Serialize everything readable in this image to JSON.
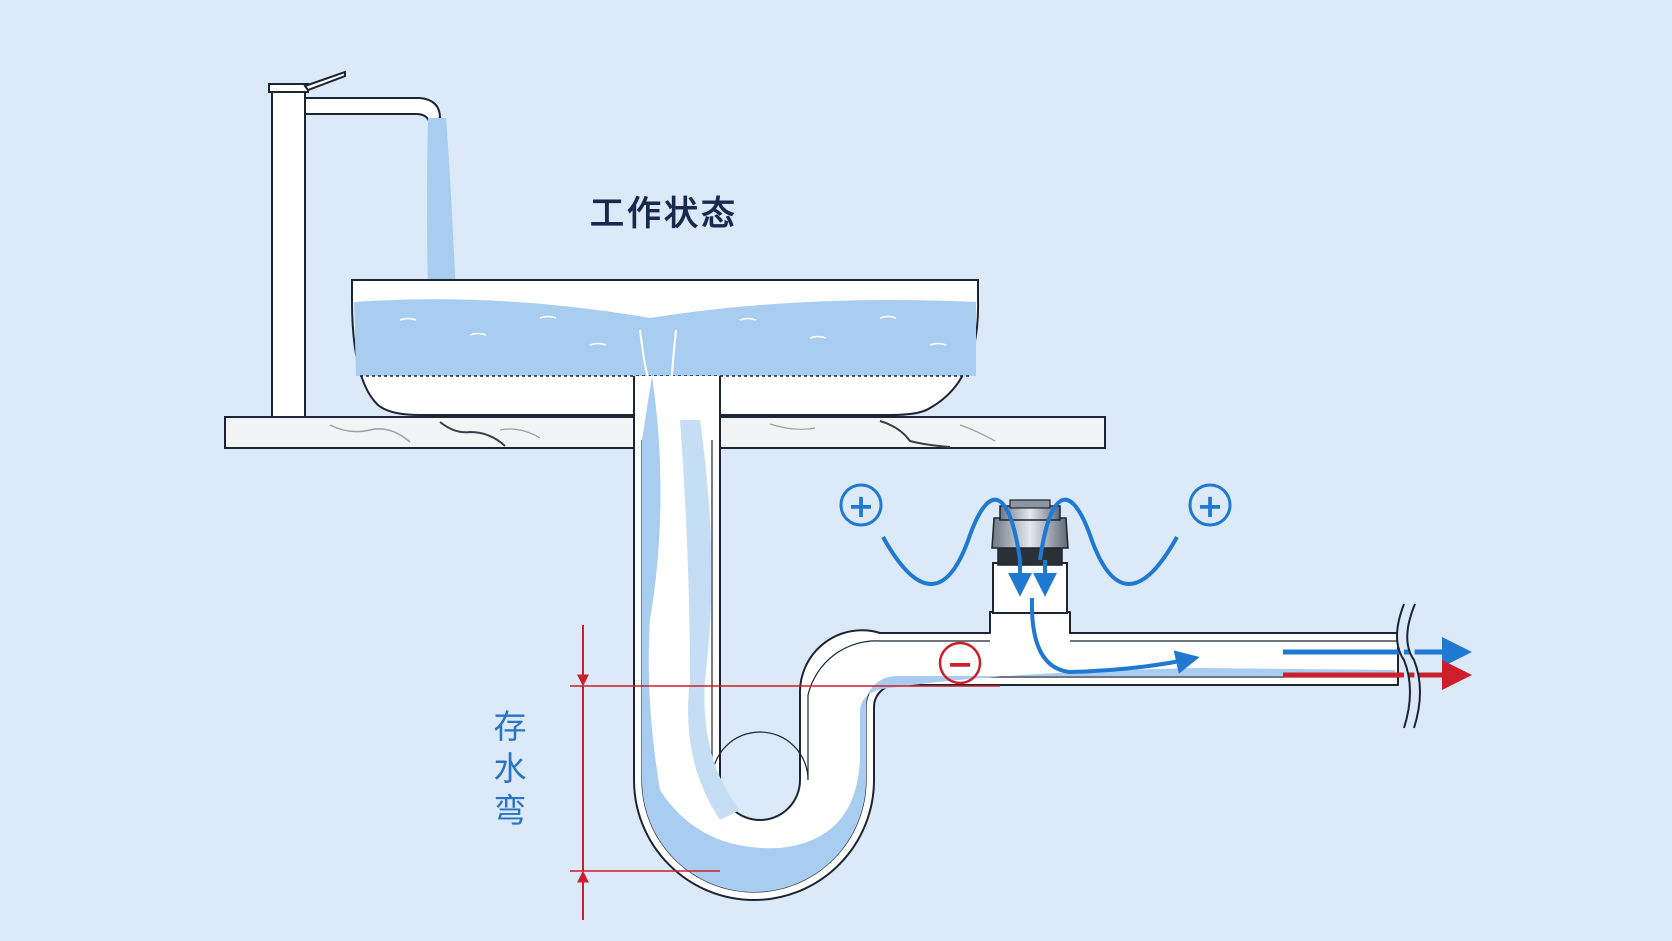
{
  "title": "工作状态",
  "trap_label": [
    "存",
    "水",
    "弯"
  ],
  "pressure_symbols": {
    "positive": "+",
    "negative": "−"
  },
  "colors": {
    "background": "#dbe9f8",
    "water": "#a9cdf1",
    "outline": "#1d2432",
    "flow_arrow": "#1f78d1",
    "dimension_line": "#cc1f2b"
  },
  "icons": [
    "faucet-icon",
    "air-admittance-valve-icon",
    "flow-arrow-icon",
    "exhaust-arrow-icon"
  ]
}
